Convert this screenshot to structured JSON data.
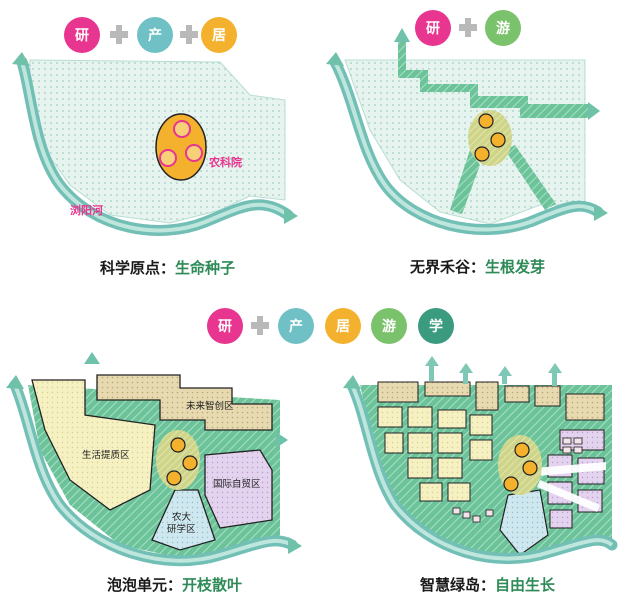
{
  "badges": {
    "panel1": [
      "研",
      "产",
      "居"
    ],
    "panel2": [
      "研",
      "游"
    ],
    "middle": [
      "研",
      "产",
      "居",
      "游",
      "学"
    ]
  },
  "colors": {
    "yan": "#e8358f",
    "chan": "#6fc1c6",
    "ju": "#f3b12e",
    "you": "#7ac26b",
    "xue": "#3b9b7e",
    "plus": "#b9b9b9",
    "river": "#8ccfc6",
    "green": "#57b98c",
    "core": "#f3b12e"
  },
  "panels": {
    "p1": {
      "caption_left": "科学原点",
      "caption_right": "生命种子",
      "river_label": "浏阳河",
      "core_label": "农科院"
    },
    "p2": {
      "caption_left": "无界禾谷",
      "caption_right": "生根发芽"
    },
    "p3": {
      "caption_left": "泡泡单元",
      "caption_right": "开枝散叶",
      "zones": [
        "未来智创区",
        "生活提质区",
        "国际自贸区",
        "农大",
        "研学区"
      ]
    },
    "p4": {
      "caption_left": "智慧绿岛",
      "caption_right": "自由生长"
    }
  },
  "separator": "："
}
